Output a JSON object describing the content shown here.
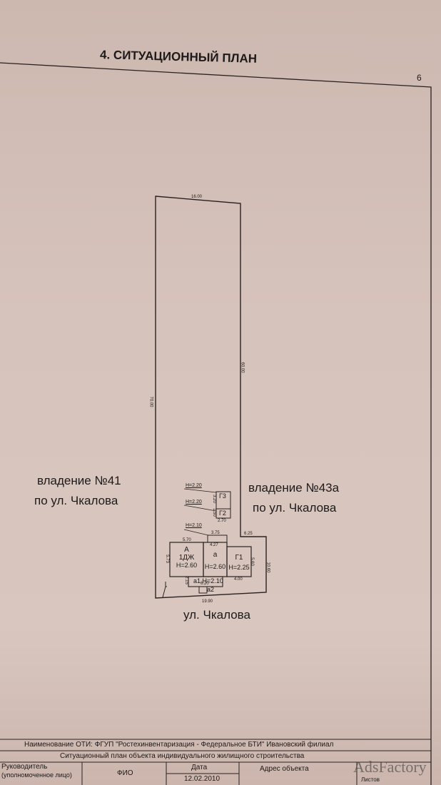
{
  "header": {
    "title": "4. СИТУАЦИОННЫЙ ПЛАН",
    "page_number": "6"
  },
  "plan": {
    "dimensions": {
      "top": "16.00",
      "left": "70.00",
      "right": "60.00",
      "bottom": "19.90",
      "right_lower": "10.60",
      "step": "6.25"
    },
    "neighbors": {
      "left": [
        "владение №41",
        "по ул. Чкалова"
      ],
      "right": [
        "владение №43а",
        "по ул. Чкалова"
      ]
    },
    "street": "ул. Чкалова",
    "buildings": {
      "A": {
        "name": "А",
        "type": "1ДЖ",
        "height": "Н=2.60",
        "width": "5.70",
        "depth": "5.73"
      },
      "a": {
        "name": "а",
        "height": "Н=2.60",
        "top": "4.27"
      },
      "G1": {
        "name": "Г1",
        "height": "Н=2.25",
        "width": "4.00",
        "depth": "5.60"
      },
      "G2": {
        "name": "Г2",
        "height": "Н=2.20",
        "width": "2.70",
        "depth": "1.50"
      },
      "G3": {
        "name": "Г3",
        "height": "Н=2.20",
        "depth": "3.20"
      },
      "a1": {
        "name": "а1",
        "height": "Н=2.10",
        "width": "6.20",
        "depth": "2.15"
      },
      "a2": {
        "name": "а2"
      },
      "porch": {
        "height": "Н=2.10",
        "width": "3.75"
      }
    }
  },
  "footer": {
    "org": "Наименование ОТИ: ФГУП \"Ростехинвентаризация - Федеральное БТИ\" Ивановский филиал",
    "doc_title": "Ситуационный план объекта индивидуального жилищного строительства",
    "head_label": "Руководитель",
    "head_label2": "(уполномоченное лицо)",
    "fio_label": "ФИО",
    "date_label": "Дата",
    "date_value": "12.02.2010",
    "address_label": "Адрес объекта",
    "sheets_label": "Листов"
  },
  "watermark": "AdsFactory"
}
